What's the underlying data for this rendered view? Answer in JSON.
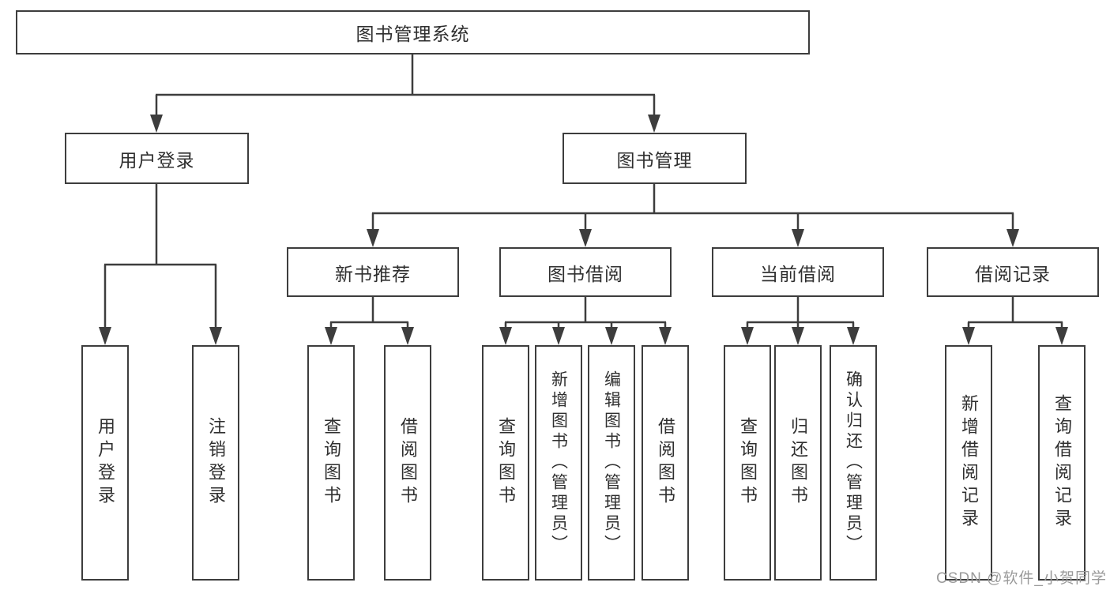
{
  "tree": {
    "root": {
      "label": "图书管理系统",
      "children": [
        {
          "label": "用户登录",
          "children": [
            {
              "label": "用户登录"
            },
            {
              "label": "注销登录"
            }
          ]
        },
        {
          "label": "图书管理",
          "children": [
            {
              "label": "新书推荐",
              "children": [
                {
                  "label": "查询图书"
                },
                {
                  "label": "借阅图书"
                }
              ]
            },
            {
              "label": "图书借阅",
              "children": [
                {
                  "label": "查询图书"
                },
                {
                  "label": "新增图书（管理员）"
                },
                {
                  "label": "编辑图书（管理员）"
                },
                {
                  "label": "借阅图书"
                }
              ]
            },
            {
              "label": "当前借阅",
              "children": [
                {
                  "label": "查询图书"
                },
                {
                  "label": "归还图书"
                },
                {
                  "label": "确认归还（管理员）"
                }
              ]
            },
            {
              "label": "借阅记录",
              "children": [
                {
                  "label": "新增借阅记录"
                },
                {
                  "label": "查询借阅记录"
                }
              ]
            }
          ]
        }
      ]
    }
  },
  "watermark": "CSDN @软件_小贺同学",
  "colors": {
    "line": "#3d3d3d",
    "box_border": "#3d3d3d",
    "text": "#2f2f2f",
    "watermark": "#9a9a9a",
    "background": "#ffffff"
  }
}
